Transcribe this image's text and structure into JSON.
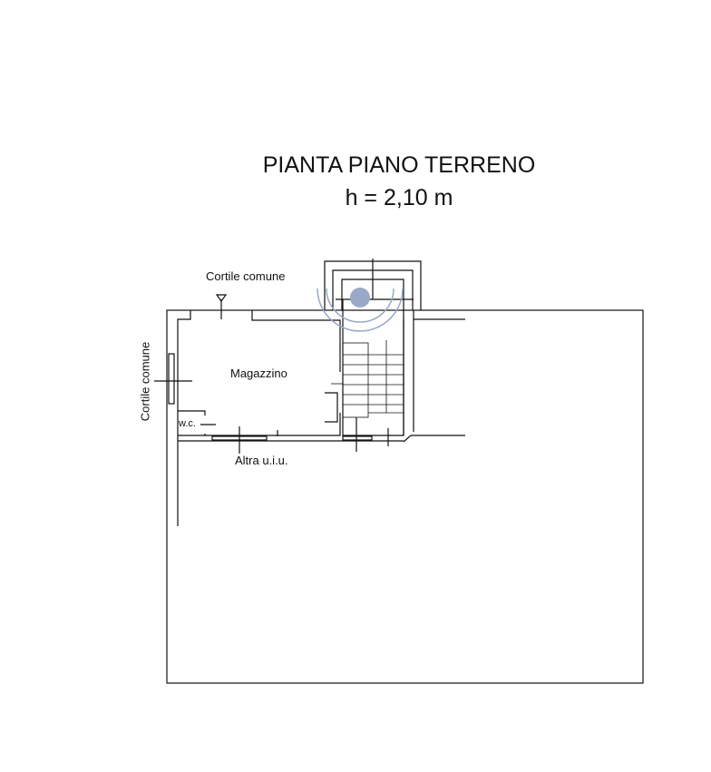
{
  "title": "PIANTA PIANO TERRENO",
  "height_label": "h = 2,10 m",
  "labels": {
    "cortile_top": "Cortile comune",
    "cortile_left": "Cortile comune",
    "magazzino": "Magazzino",
    "wc": "w.c.",
    "altra": "Altra u.i.u."
  },
  "colors": {
    "line": "#111111",
    "watermark": "#9aa8c8"
  }
}
